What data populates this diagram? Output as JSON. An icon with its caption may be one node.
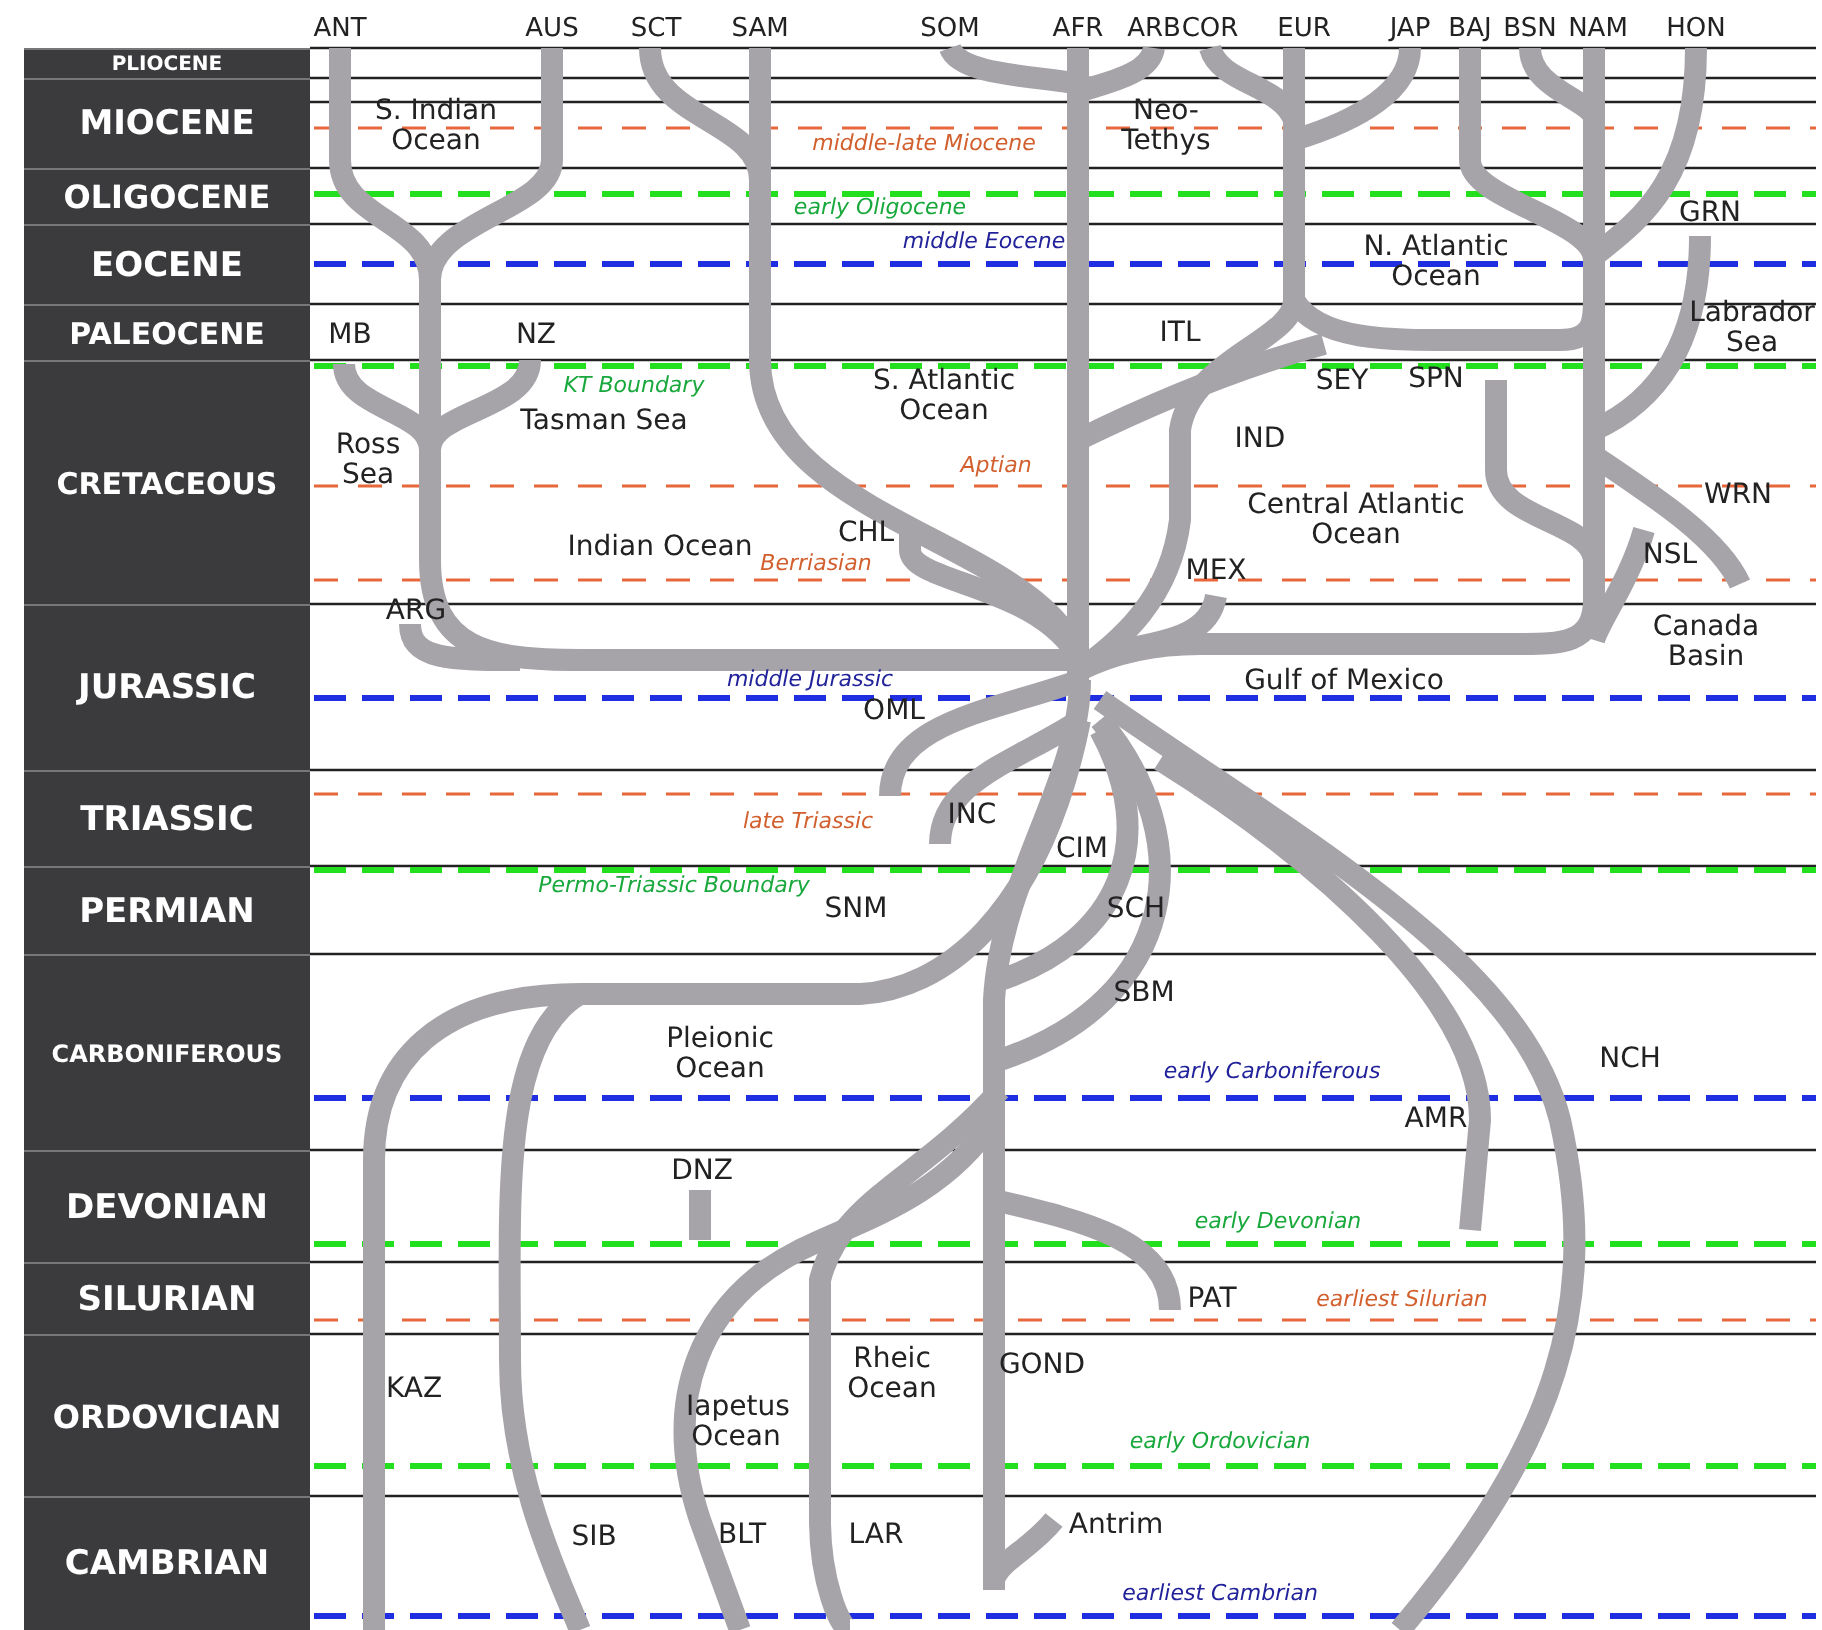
{
  "diagram": {
    "nodes": [
      {
        "text": [
          "PLIOCENE"
        ]
      },
      {
        "text": [
          "MIOCENE"
        ]
      },
      {
        "text": [
          "OLIGOCENE"
        ]
      },
      {
        "text": [
          "EOCENE"
        ]
      },
      {
        "text": [
          "PALEOCENE"
        ]
      },
      {
        "text": [
          "CRETACEOUS"
        ]
      },
      {
        "text": [
          "JURASSIC"
        ]
      },
      {
        "text": [
          "TRIASSIC"
        ]
      },
      {
        "text": [
          "PERMIAN"
        ]
      },
      {
        "text": [
          "CARBONIFEROUS"
        ]
      },
      {
        "text": [
          "DEVONIAN"
        ]
      },
      {
        "text": [
          "SILURIAN"
        ]
      },
      {
        "text": [
          "ORDOVICIAN"
        ]
      },
      {
        "text": [
          "CAMBRIAN"
        ]
      }
    ],
    "edges": [],
    "labels": [
      "ANT",
      "AUS",
      "SCT",
      "SAM",
      "SOM",
      "AFR",
      "ARB",
      "COR",
      "EUR",
      "JAP",
      "BAJ",
      "BSN",
      "NAM",
      "HON",
      "S. Indian Ocean",
      "Neo-Tethys",
      "middle-late Miocene",
      "early Oligocene",
      "GRN",
      "middle Eocene",
      "N. Atlantic Ocean",
      "MB",
      "NZ",
      "ITL",
      "Labrador Sea",
      "KT Boundary",
      "SEY",
      "SPN",
      "S. Atlantic Ocean",
      "Tasman Sea",
      "IND",
      "Ross Sea",
      "Aptian",
      "WRN",
      "Central Atlantic Ocean",
      "CHL",
      "Indian Ocean",
      "Berriasian",
      "MEX",
      "NSL",
      "ARG",
      "Canada Basin",
      "middle Jurassic",
      "Gulf of Mexico",
      "OML",
      "late Triassic",
      "INC",
      "CIM",
      "Permo-Triassic Boundary",
      "SNM",
      "SCH",
      "SBM",
      "Pleionic Ocean",
      "NCH",
      "early Carboniferous",
      "AMR",
      "DNZ",
      "early Devonian",
      "PAT",
      "earliest Silurian",
      "GOND",
      "Rheic Ocean",
      "KAZ",
      "Iapetus Ocean",
      "early Ordovician",
      "Antrim",
      "SIB",
      "BLT",
      "LAR",
      "earliest Cambrian"
    ]
  }
}
